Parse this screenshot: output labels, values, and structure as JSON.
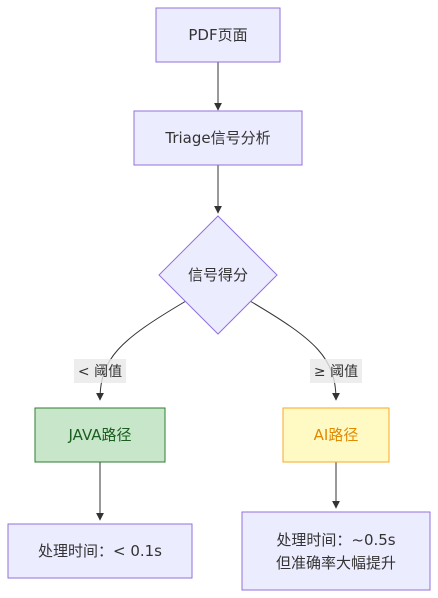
{
  "nodes": {
    "pdf": {
      "label": "PDF页面"
    },
    "triage": {
      "label": "Triage信号分析"
    },
    "score": {
      "label": "信号得分"
    },
    "java": {
      "label": "JAVA路径"
    },
    "ai": {
      "label": "AI路径"
    },
    "java_result": {
      "line1": "处理时间：< 0.1s"
    },
    "ai_result": {
      "line1": "处理时间：~0.5s",
      "line2": "但准确率大幅提升"
    }
  },
  "edges": {
    "low_label": "< 阈值",
    "high_label": "≥ 阈值"
  },
  "colors": {
    "default_fill": "#ECECFF",
    "default_stroke": "#9370DB",
    "java_fill": "#C8E6C9",
    "java_stroke": "#2E7D32",
    "ai_fill": "#FFF9C4",
    "ai_stroke": "#F9A825",
    "ai_text": "#E08A00",
    "label_bg": "#E8E8E8",
    "edge": "#333333"
  }
}
